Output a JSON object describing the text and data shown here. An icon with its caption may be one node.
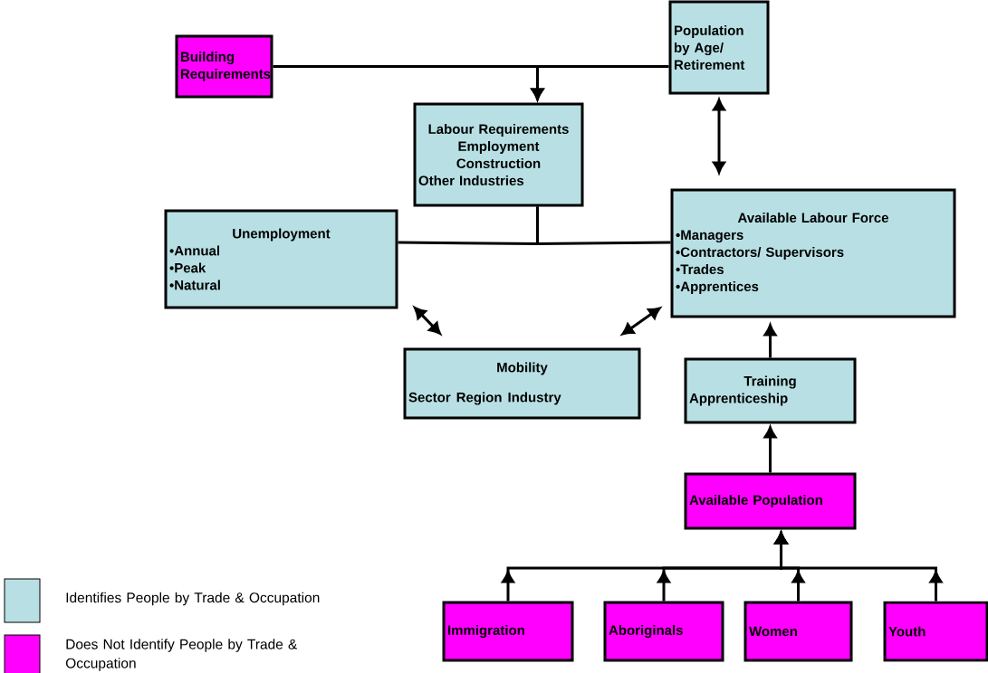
{
  "diagram": {
    "nodes": [
      {
        "text": [
          "Building Requirements"
        ]
      },
      {
        "text": [
          "Population by Age/ Retirement"
        ]
      },
      {
        "text": [
          "Labour Requirements",
          "Employment",
          "Construction",
          "Other Industries"
        ]
      },
      {
        "text": [
          "Unemployment",
          "•Annual",
          "•Peak",
          "•Natural"
        ]
      },
      {
        "text": [
          "Available Labour Force",
          "•Managers",
          "•Contractors/ Supervisors",
          "•Trades",
          "•Apprentices"
        ]
      },
      {
        "text": [
          "Mobility",
          "Sector",
          "Region",
          "Industry"
        ]
      },
      {
        "text": [
          "Training",
          "Apprenticeship"
        ]
      },
      {
        "text": [
          "Available Population"
        ]
      },
      {
        "text": [
          "Immigration"
        ]
      },
      {
        "text": [
          "Aboriginals"
        ]
      },
      {
        "text": [
          "Women"
        ]
      },
      {
        "text": [
          "Youth"
        ]
      }
    ],
    "edges": [
      {
        "from": 0,
        "to": 2,
        "arrow": "to"
      },
      {
        "from": 1,
        "to": 2,
        "arrow": "to"
      },
      {
        "from": 1,
        "to": 4,
        "arrow": "both"
      },
      {
        "from": 2,
        "to": 3,
        "arrow": "none"
      },
      {
        "from": 2,
        "to": 4,
        "arrow": "none"
      },
      {
        "from": 3,
        "to": 5,
        "arrow": "both"
      },
      {
        "from": 5,
        "to": 4,
        "arrow": "both"
      },
      {
        "from": 6,
        "to": 4,
        "arrow": "to"
      },
      {
        "from": 7,
        "to": 6,
        "arrow": "to"
      },
      {
        "from": 8,
        "to": 7,
        "arrow": "to"
      },
      {
        "from": 9,
        "to": 7,
        "arrow": "to"
      },
      {
        "from": 10,
        "to": 7,
        "arrow": "to"
      },
      {
        "from": 11,
        "to": 7,
        "arrow": "to"
      }
    ],
    "legend": [
      {
        "text": "Identifies People by Trade & Occupation",
        "color": "#b8e0e4"
      },
      {
        "text": "Does Not Identify People by Trade & Occupation",
        "color": "#ff00ff"
      }
    ]
  }
}
